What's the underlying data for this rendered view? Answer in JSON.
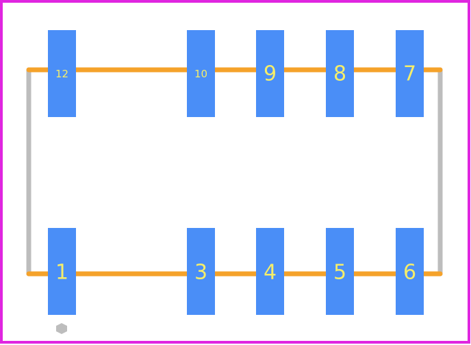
{
  "footprint": {
    "pads": [
      {
        "label": "12",
        "size": "small"
      },
      {
        "label": "10",
        "size": "small"
      },
      {
        "label": "9",
        "size": "large"
      },
      {
        "label": "8",
        "size": "large"
      },
      {
        "label": "7",
        "size": "large"
      },
      {
        "label": "1",
        "size": "large"
      },
      {
        "label": "3",
        "size": "large"
      },
      {
        "label": "4",
        "size": "large"
      },
      {
        "label": "5",
        "size": "large"
      },
      {
        "label": "6",
        "size": "large"
      }
    ],
    "colors": {
      "border": "#e026e0",
      "pad": "#4a8ef7",
      "pad_label": "#f5ee6a",
      "silkscreen_line": "#f5a22a",
      "courtyard_line": "#bdbdbd",
      "pin1_marker": "#bdbdbd"
    }
  }
}
